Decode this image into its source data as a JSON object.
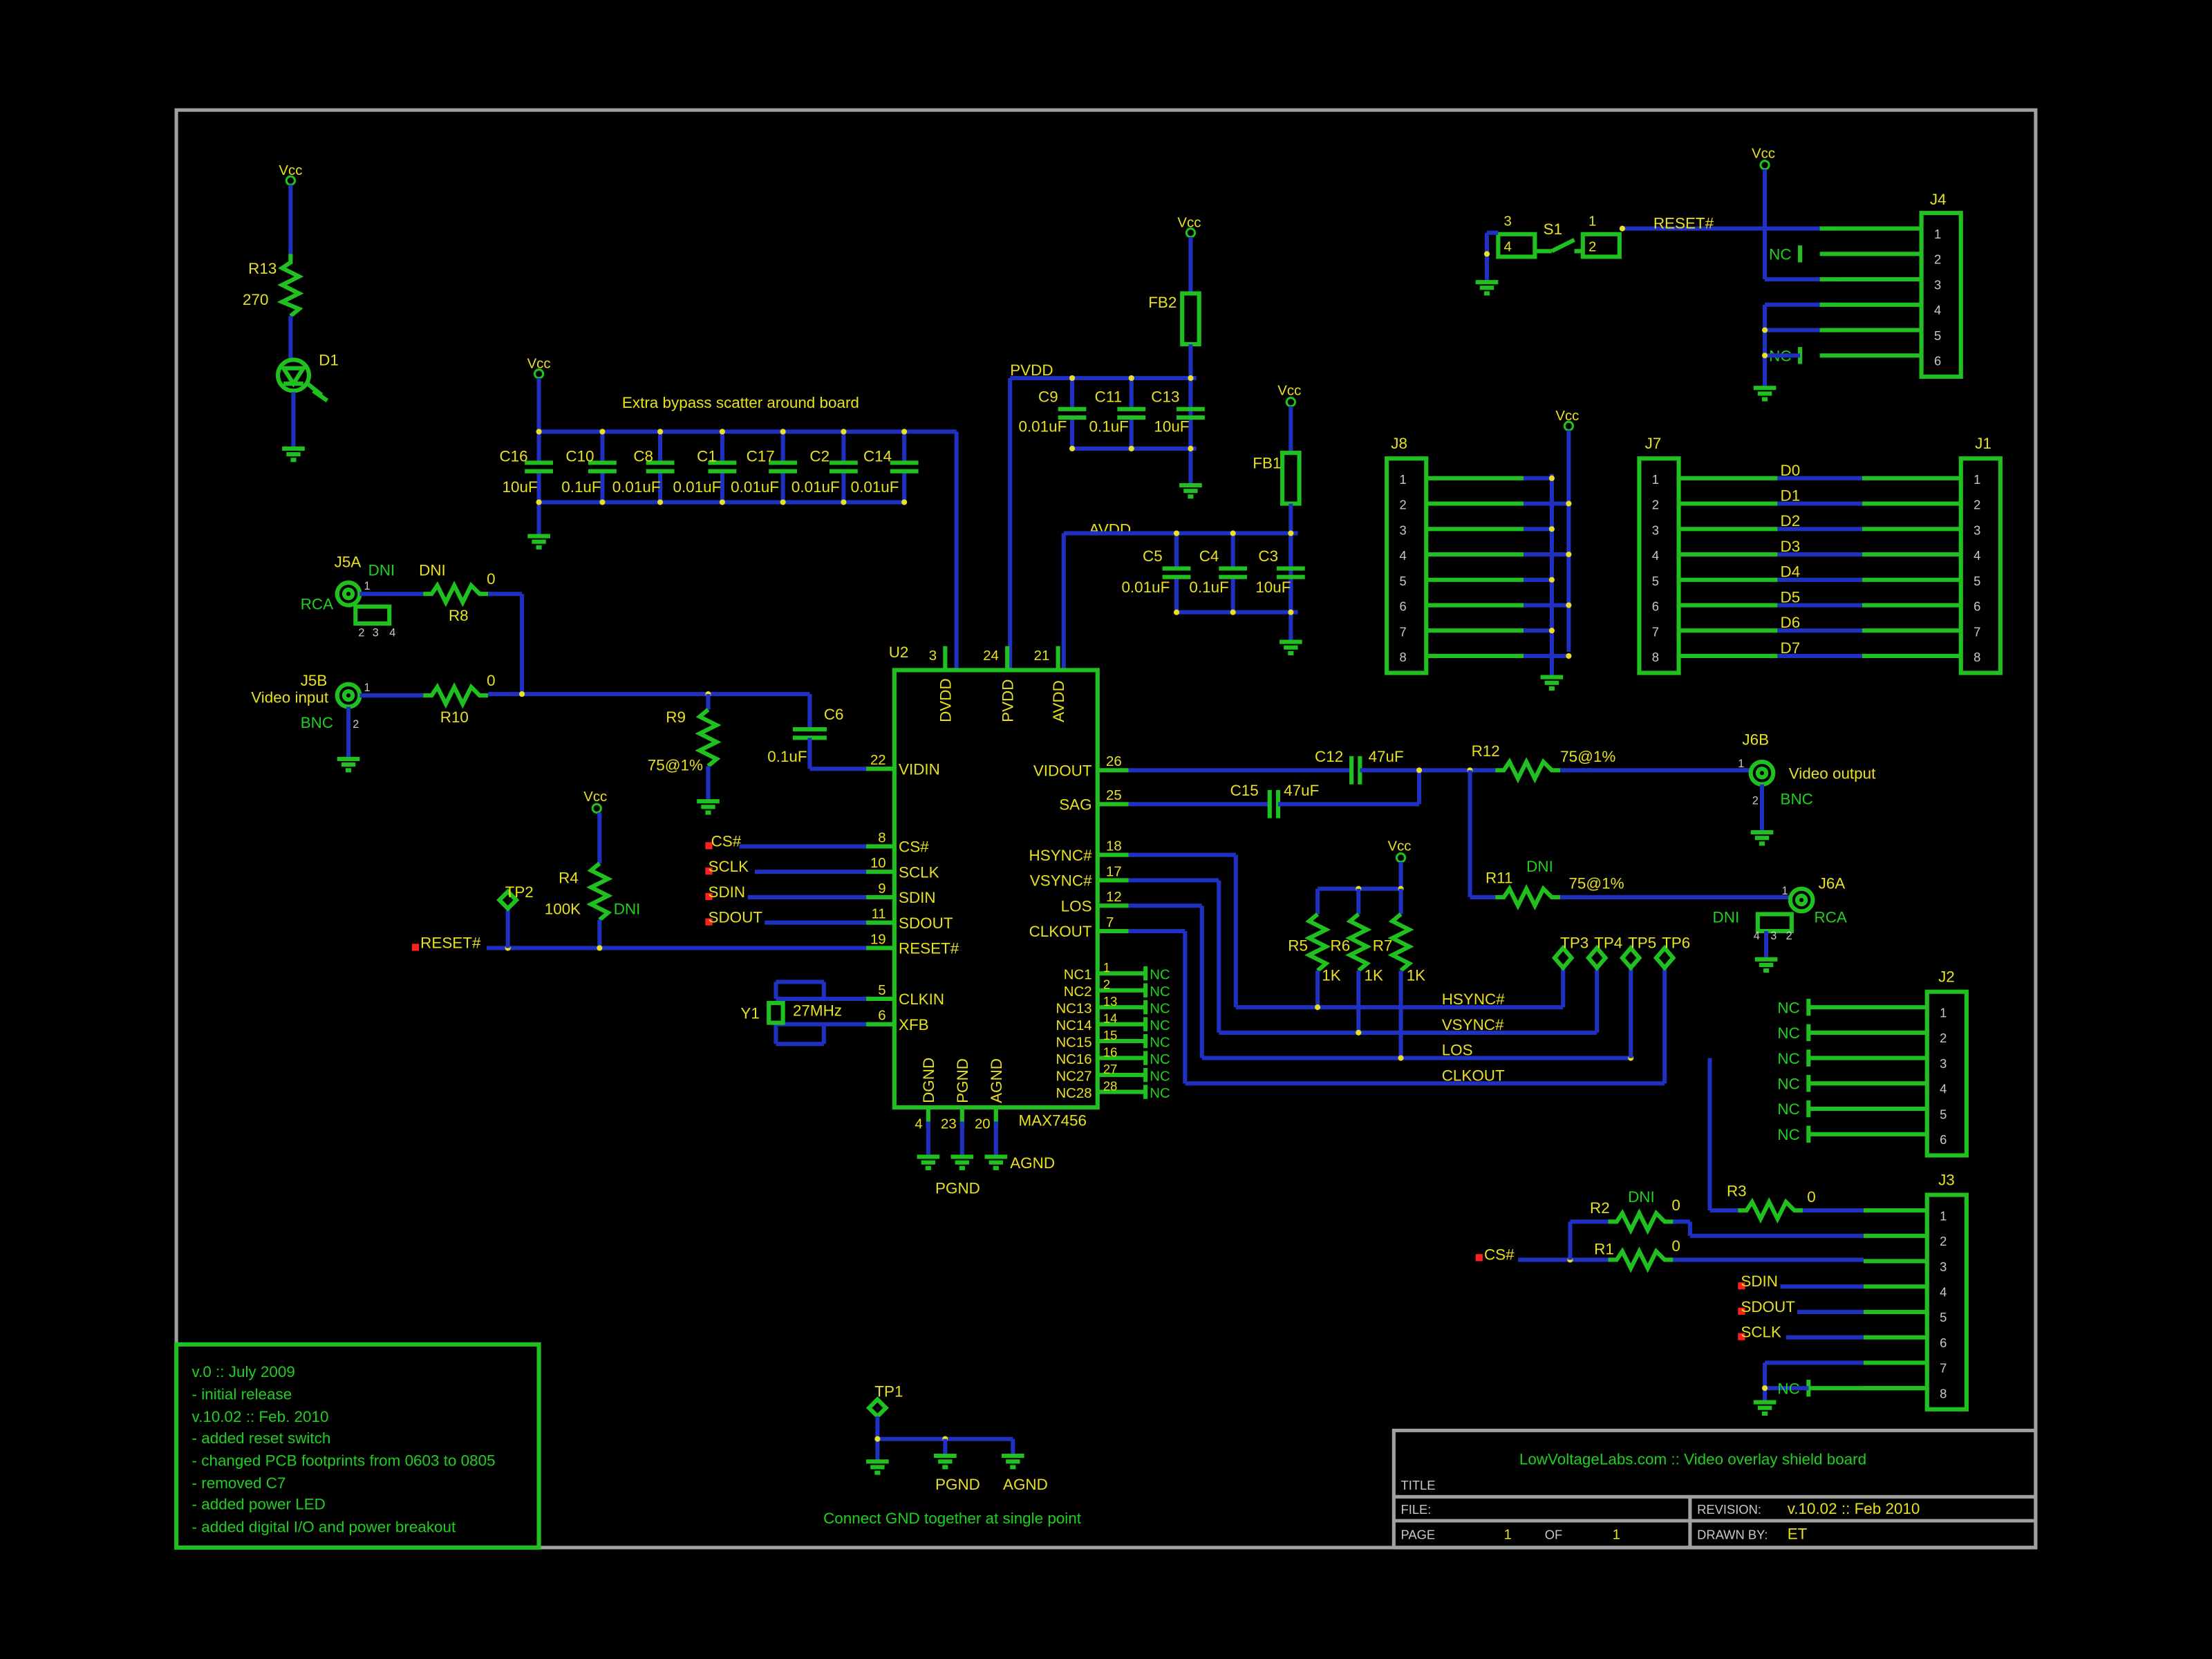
{
  "title_block": {
    "project": "LowVoltageLabs.com :: Video overlay shield board",
    "title_label": "TITLE",
    "file_label": "FILE:",
    "page_label": "PAGE",
    "page_num": "1",
    "of_label": "OF",
    "page_total": "1",
    "revision_label": "REVISION:",
    "revision": "v.10.02 :: Feb 2010",
    "drawn_label": "DRAWN BY:",
    "drawn_by": "ET"
  },
  "notes": [
    "v.0 :: July 2009",
    "- initial release",
    "v.10.02 :: Feb. 2010",
    "- added reset switch",
    "- changed PCB footprints from 0603 to 0805",
    "- removed C7",
    "- added power LED",
    "- added digital I/O and power breakout"
  ],
  "annotations": {
    "bypass": "Extra bypass scatter around board",
    "gnd_note": "Connect GND together at single point"
  },
  "labels": {
    "vcc": "Vcc",
    "pvdd": "PVDD",
    "avdd": "AVDD",
    "pgnd": "PGND",
    "agnd": "AGND",
    "dni": "DNI",
    "nc": "NC",
    "zero": "0",
    "r_75": "75@1%",
    "r_1k": "1K",
    "r_100k": "100K",
    "r_270": "270",
    "cap_10uf": "10uF",
    "cap_01uf": "0.1uF",
    "cap_001uf": "0.01uF",
    "cap_47uf": "47uF",
    "rca": "RCA",
    "bnc": "BNC",
    "video_input": "Video input",
    "video_output": "Video output",
    "xtal": "27MHz"
  },
  "refdes": {
    "r13": "R13",
    "d1": "D1",
    "fb1": "FB1",
    "fb2": "FB2",
    "c1": "C1",
    "c2": "C2",
    "c3": "C3",
    "c4": "C4",
    "c5": "C5",
    "c6": "C6",
    "c8": "C8",
    "c9": "C9",
    "c10": "C10",
    "c11": "C11",
    "c12": "C12",
    "c13": "C13",
    "c14": "C14",
    "c15": "C15",
    "c16": "C16",
    "c17": "C17",
    "j5a": "J5A",
    "j5b": "J5B",
    "j6a": "J6A",
    "j6b": "J6B",
    "r8": "R8",
    "r10": "R10",
    "r9": "R9",
    "r4": "R4",
    "r11": "R11",
    "r12": "R12",
    "r5": "R5",
    "r6": "R6",
    "r7": "R7",
    "r1": "R1",
    "r2": "R2",
    "r3": "R3",
    "tp1": "TP1",
    "tp2": "TP2",
    "tp3": "TP3",
    "tp4": "TP4",
    "tp5": "TP5",
    "tp6": "TP6",
    "u2": "U2",
    "y1": "Y1",
    "s1": "S1",
    "j1": "J1",
    "j2": "J2",
    "j3": "J3",
    "j4": "J4",
    "j7": "J7",
    "j8": "J8"
  },
  "ic": {
    "part": "MAX7456",
    "top_pins": [
      {
        "name": "DVDD",
        "num": "3"
      },
      {
        "name": "PVDD",
        "num": "24"
      },
      {
        "name": "AVDD",
        "num": "21"
      }
    ],
    "bottom_pins": [
      {
        "name": "DGND",
        "num": "4"
      },
      {
        "name": "PGND",
        "num": "23"
      },
      {
        "name": "AGND",
        "num": "20"
      }
    ],
    "left_pins": [
      {
        "name": "VIDIN",
        "num": "22"
      },
      {
        "name": "CS#",
        "num": "8"
      },
      {
        "name": "SCLK",
        "num": "10"
      },
      {
        "name": "SDIN",
        "num": "9"
      },
      {
        "name": "SDOUT",
        "num": "11"
      },
      {
        "name": "RESET#",
        "num": "19"
      },
      {
        "name": "CLKIN",
        "num": "5"
      },
      {
        "name": "XFB",
        "num": "6"
      }
    ],
    "right_pins": [
      {
        "name": "VIDOUT",
        "num": "26"
      },
      {
        "name": "SAG",
        "num": "25"
      },
      {
        "name": "HSYNC#",
        "num": "18"
      },
      {
        "name": "VSYNC#",
        "num": "17"
      },
      {
        "name": "LOS",
        "num": "12"
      },
      {
        "name": "CLKOUT",
        "num": "7"
      }
    ],
    "nc_pins": [
      {
        "name": "NC1",
        "num": "1"
      },
      {
        "name": "NC2",
        "num": "2"
      },
      {
        "name": "NC13",
        "num": "13"
      },
      {
        "name": "NC14",
        "num": "14"
      },
      {
        "name": "NC15",
        "num": "15"
      },
      {
        "name": "NC16",
        "num": "16"
      },
      {
        "name": "NC27",
        "num": "27"
      },
      {
        "name": "NC28",
        "num": "28"
      }
    ]
  },
  "nets": {
    "left_cs": "CS#",
    "left_sclk": "SCLK",
    "left_sdin": "SDIN",
    "left_sdout": "SDOUT",
    "reset": "RESET#",
    "hsync": "HSYNC#",
    "vsync": "VSYNC#",
    "los": "LOS",
    "clkout": "CLKOUT",
    "j3_cs": "CS#",
    "j3_sdin": "SDIN",
    "j3_sdout": "SDOUT",
    "j3_sclk": "SCLK",
    "j4_reset": "RESET#"
  },
  "d_nets": [
    "D0",
    "D1",
    "D2",
    "D3",
    "D4",
    "D5",
    "D6",
    "D7"
  ],
  "pin_numbers": {
    "six": [
      "1",
      "2",
      "3",
      "4",
      "5",
      "6"
    ],
    "eight": [
      "1",
      "2",
      "3",
      "4",
      "5",
      "6",
      "7",
      "8"
    ],
    "two": [
      "1",
      "2"
    ],
    "three": [
      "3",
      "4"
    ],
    "four": [
      "2",
      "3",
      "4"
    ],
    "four_rev": [
      "4",
      "3",
      "2"
    ]
  }
}
